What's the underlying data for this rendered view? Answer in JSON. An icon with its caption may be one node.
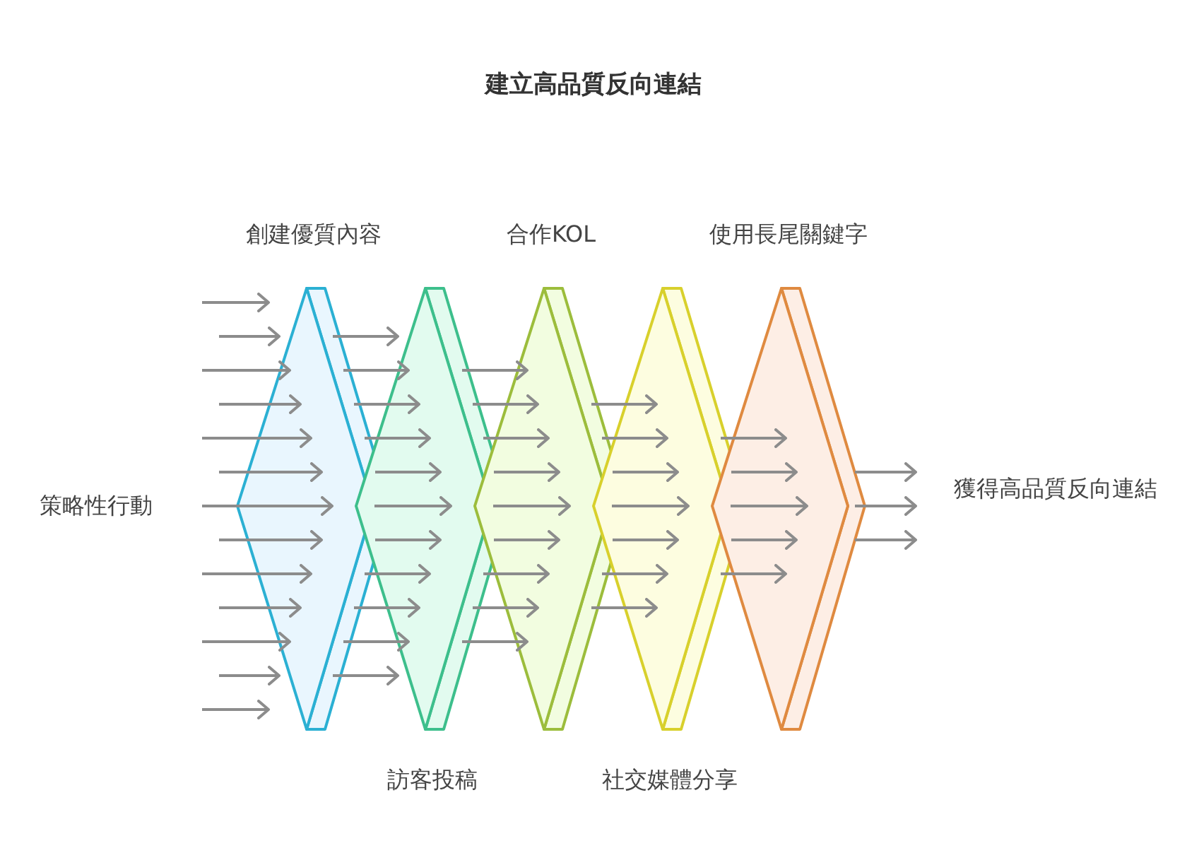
{
  "diagram": {
    "title": "建立高品質反向連結",
    "nodes": [
      {
        "text": [
          "策略性行動"
        ]
      },
      {
        "text": [
          "創建優質內容"
        ]
      },
      {
        "text": [
          "訪客投稿"
        ]
      },
      {
        "text": [
          "合作KOL"
        ]
      },
      {
        "text": [
          "社交媒體分享"
        ]
      },
      {
        "text": [
          "使用長尾關鍵字"
        ]
      },
      {
        "text": [
          "獲得高品質反向連結"
        ]
      }
    ],
    "edges": [
      {
        "from": null,
        "to": 1,
        "arrow": "to"
      },
      {
        "from": null,
        "to": 1,
        "arrow": "to"
      },
      {
        "from": null,
        "to": 1,
        "arrow": "to"
      },
      {
        "from": null,
        "to": 1,
        "arrow": "to"
      },
      {
        "from": null,
        "to": 1,
        "arrow": "to"
      },
      {
        "from": null,
        "to": 1,
        "arrow": "to"
      },
      {
        "from": 0,
        "to": 1,
        "arrow": "to"
      },
      {
        "from": null,
        "to": 1,
        "arrow": "to"
      },
      {
        "from": null,
        "to": 1,
        "arrow": "to"
      },
      {
        "from": null,
        "to": 1,
        "arrow": "to"
      },
      {
        "from": null,
        "to": 1,
        "arrow": "to"
      },
      {
        "from": null,
        "to": 1,
        "arrow": "to"
      },
      {
        "from": null,
        "to": 1,
        "arrow": "to"
      },
      {
        "from": 1,
        "to": 2,
        "arrow": "to"
      },
      {
        "from": 1,
        "to": 2,
        "arrow": "to"
      },
      {
        "from": 1,
        "to": 2,
        "arrow": "to"
      },
      {
        "from": 1,
        "to": 2,
        "arrow": "to"
      },
      {
        "from": 1,
        "to": 2,
        "arrow": "to"
      },
      {
        "from": 1,
        "to": 2,
        "arrow": "to"
      },
      {
        "from": 1,
        "to": 2,
        "arrow": "to"
      },
      {
        "from": 1,
        "to": 2,
        "arrow": "to"
      },
      {
        "from": 1,
        "to": 2,
        "arrow": "to"
      },
      {
        "from": 1,
        "to": 2,
        "arrow": "to"
      },
      {
        "from": 1,
        "to": 2,
        "arrow": "to"
      },
      {
        "from": 2,
        "to": 3,
        "arrow": "to"
      },
      {
        "from": 2,
        "to": 3,
        "arrow": "to"
      },
      {
        "from": 2,
        "to": 3,
        "arrow": "to"
      },
      {
        "from": 2,
        "to": 3,
        "arrow": "to"
      },
      {
        "from": 2,
        "to": 3,
        "arrow": "to"
      },
      {
        "from": 2,
        "to": 3,
        "arrow": "to"
      },
      {
        "from": 2,
        "to": 3,
        "arrow": "to"
      },
      {
        "from": 2,
        "to": 3,
        "arrow": "to"
      },
      {
        "from": 2,
        "to": 3,
        "arrow": "to"
      },
      {
        "from": 3,
        "to": 4,
        "arrow": "to"
      },
      {
        "from": 3,
        "to": 4,
        "arrow": "to"
      },
      {
        "from": 3,
        "to": 4,
        "arrow": "to"
      },
      {
        "from": 3,
        "to": 4,
        "arrow": "to"
      },
      {
        "from": 3,
        "to": 4,
        "arrow": "to"
      },
      {
        "from": 3,
        "to": 4,
        "arrow": "to"
      },
      {
        "from": 3,
        "to": 4,
        "arrow": "to"
      },
      {
        "from": 4,
        "to": 5,
        "arrow": "to"
      },
      {
        "from": 4,
        "to": 5,
        "arrow": "to"
      },
      {
        "from": 4,
        "to": 5,
        "arrow": "to"
      },
      {
        "from": 4,
        "to": 5,
        "arrow": "to"
      },
      {
        "from": 4,
        "to": 5,
        "arrow": "to"
      },
      {
        "from": 5,
        "to": 6,
        "arrow": "to"
      },
      {
        "from": 5,
        "to": 6,
        "arrow": "to"
      },
      {
        "from": 5,
        "to": 6,
        "arrow": "to"
      }
    ]
  }
}
